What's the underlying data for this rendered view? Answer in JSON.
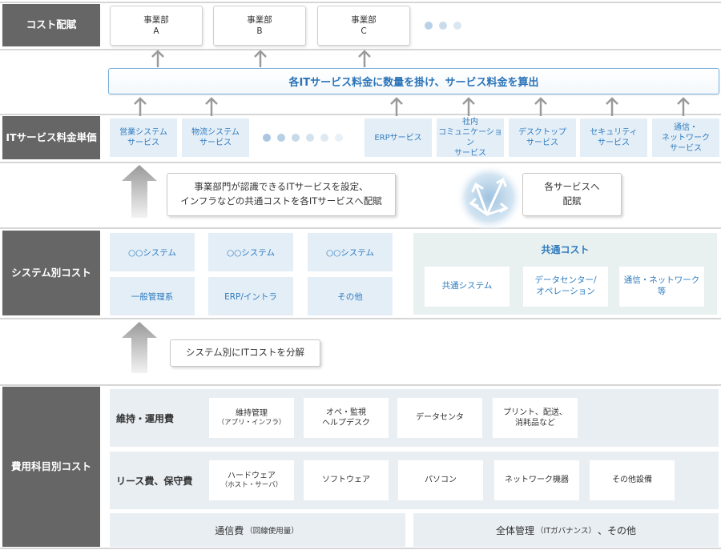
{
  "sections": {
    "cost_allocation": "コスト配賦",
    "it_service_unit_price": "ITサービス料金単価",
    "system_cost": "システム別コスト",
    "expense_cost": "費用科目別コスト"
  },
  "departments": [
    {
      "line1": "事業部",
      "line2": "A"
    },
    {
      "line1": "事業部",
      "line2": "B"
    },
    {
      "line1": "事業部",
      "line2": "C"
    }
  ],
  "banner": "各ITサービス料金に数量を掛け、サービス料金を算出",
  "services": [
    {
      "line1": "営業システム",
      "line2": "サービス"
    },
    {
      "line1": "物流システム",
      "line2": "サービス"
    },
    {
      "line1": "ERPサービス"
    },
    {
      "line1": "社内",
      "line2": "コミュニケーション",
      "line3": "サービス"
    },
    {
      "line1": "デスクトップ",
      "line2": "サービス"
    },
    {
      "line1": "セキュリティ",
      "line2": "サービス"
    },
    {
      "line1": "通信・",
      "line2": "ネットワーク",
      "line3": "サービス"
    }
  ],
  "callouts": {
    "service_setting_1": "事業部門が認識できるITサービスを設定、",
    "service_setting_2": "インフラなどの共通コストを各ITサービスへ配賦",
    "allocate_1": "各サービスへ",
    "allocate_2": "配賦",
    "decompose": "システム別にITコストを分解"
  },
  "systems": {
    "top": [
      "○○システム",
      "○○システム",
      "○○システム"
    ],
    "bottom": [
      "一般管理系",
      "ERP/イントラ",
      "その他"
    ]
  },
  "common_cost": {
    "title": "共通コスト",
    "items": [
      {
        "line1": "共通システム"
      },
      {
        "line1": "データセンター/",
        "line2": "オペレーション"
      },
      {
        "line1": "通信・ネットワーク",
        "line2": "等"
      }
    ]
  },
  "maintenance": {
    "label": "維持・運用費",
    "items": [
      {
        "line1": "維持管理",
        "line2": "（アプリ・インフラ）"
      },
      {
        "line1": "オペ・監視",
        "line2": "ヘルプデスク"
      },
      {
        "line1": "データセンタ"
      },
      {
        "line1": "プリント、配送、",
        "line2": "消耗品など"
      }
    ]
  },
  "lease": {
    "label": "リース費、保守費",
    "items": [
      {
        "line1": "ハードウェア",
        "line2": "（ホスト・サーバ）"
      },
      {
        "line1": "ソフトウェア"
      },
      {
        "line1": "パソコン"
      },
      {
        "line1": "ネットワーク機器"
      },
      {
        "line1": "その他設備"
      }
    ]
  },
  "bottom": {
    "communication": "通信費",
    "communication_note": "（回線使用量）",
    "overall": "全体管理",
    "overall_note": "（ITガバナンス）",
    "overall_suffix": "、その他"
  },
  "colors": {
    "sidebar": "#666666",
    "accent_blue": "#2e7cc0",
    "light_blue_box": "#e4eef7",
    "common_panel": "#e8f0f0",
    "expense_row": "#e9eef3"
  }
}
